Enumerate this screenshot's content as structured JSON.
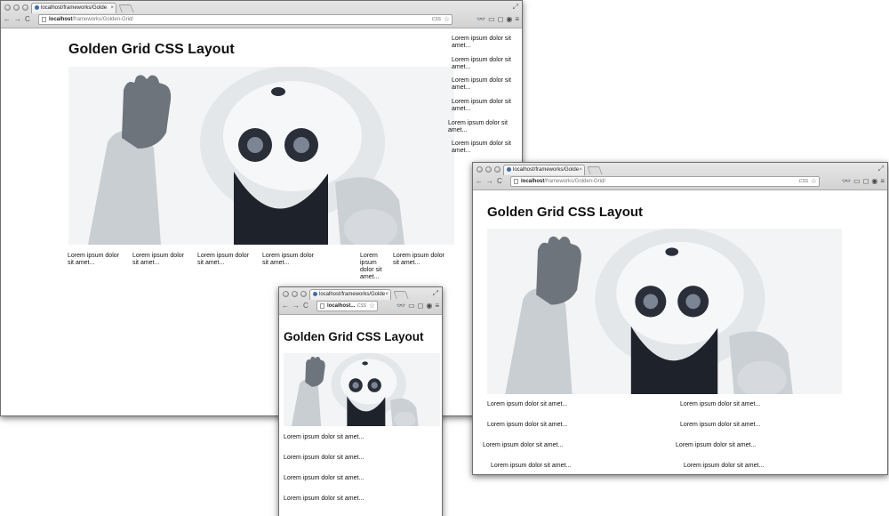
{
  "browser": {
    "tab_title": "localhost/frameworks/Golde",
    "tab_close": "×",
    "url_host": "localhost",
    "url_path": "/frameworks/Golden-Grid/",
    "url_host_short": "localhost...",
    "css_badge": "CSS",
    "nav": {
      "back": "←",
      "forward": "→",
      "reload": "C"
    },
    "tools": {
      "glasses": "👓",
      "star": "☆",
      "menu": "≡",
      "expand": "⤢"
    }
  },
  "page": {
    "title": "Golden Grid CSS Layout",
    "lorem": "Lorem ipsum dolor sit amet..."
  },
  "windows": {
    "large": {
      "sidebar_count": 6,
      "bottom_count": 6
    },
    "medium": {
      "column_count": 2,
      "row_count": 4
    },
    "small": {
      "row_count": 4
    }
  }
}
